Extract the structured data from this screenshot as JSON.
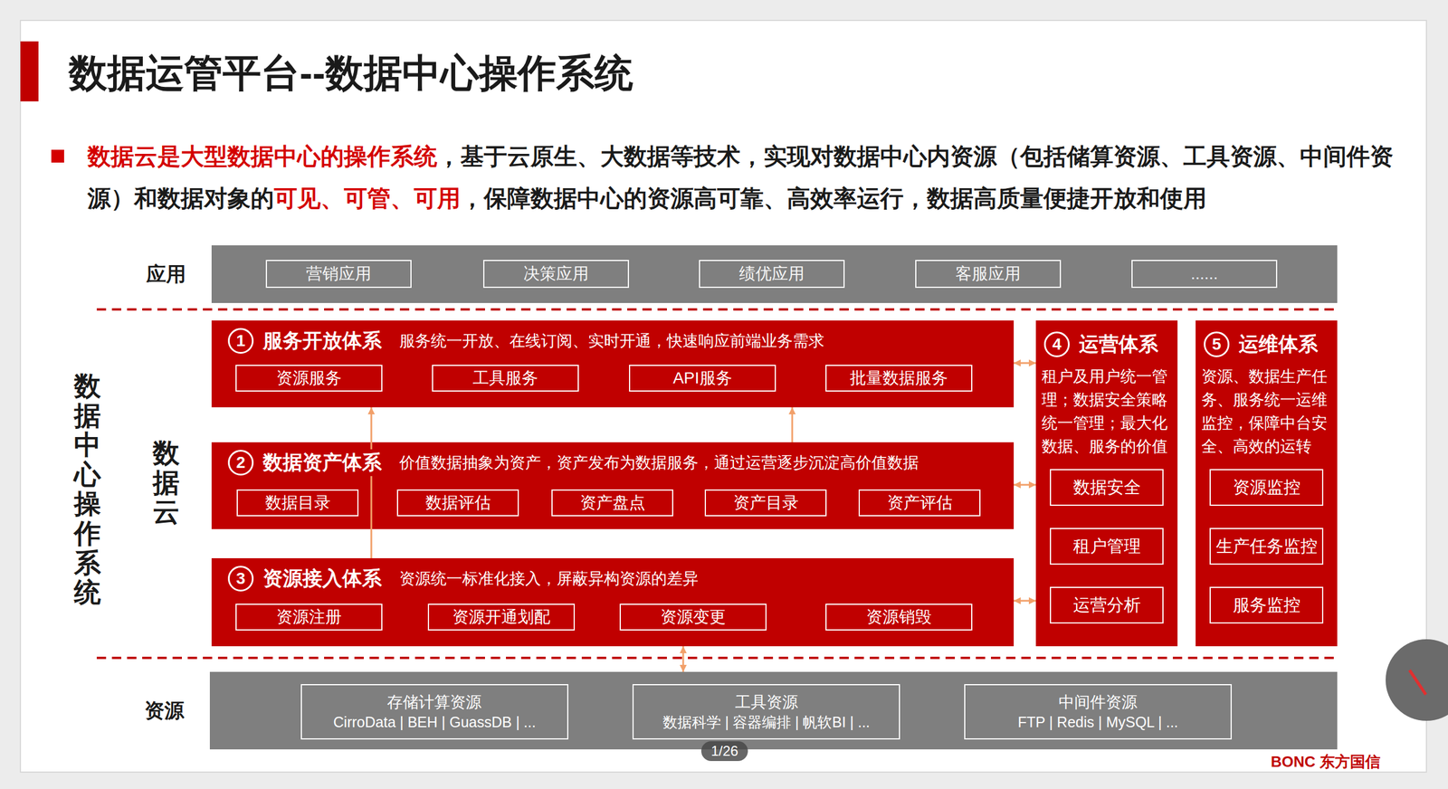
{
  "diagram": {
    "title": "数据运管平台--数据中心操作系统",
    "nodes": [
      {
        "text": [
          "应用"
        ]
      },
      {
        "text": [
          "营销应用"
        ],
        "in": 0
      },
      {
        "text": [
          "决策应用"
        ],
        "in": 0
      },
      {
        "text": [
          "绩优应用"
        ],
        "in": 0
      },
      {
        "text": [
          "客服应用"
        ],
        "in": 0
      },
      {
        "text": [
          "......"
        ],
        "in": 0
      },
      {
        "text": [
          "1",
          "服务开放体系",
          "服务统一开放、在线订阅、实时开通，快速响应前端业务需求"
        ]
      },
      {
        "text": [
          "资源服务"
        ],
        "in": 6
      },
      {
        "text": [
          "工具服务"
        ],
        "in": 6
      },
      {
        "text": [
          "API服务"
        ],
        "in": 6
      },
      {
        "text": [
          "批量数据服务"
        ],
        "in": 6
      },
      {
        "text": [
          "2",
          "数据资产体系",
          "价值数据抽象为资产，资产发布为数据服务，通过运营逐步沉淀高价值数据"
        ]
      },
      {
        "text": [
          "数据目录"
        ],
        "in": 11
      },
      {
        "text": [
          "数据评估"
        ],
        "in": 11
      },
      {
        "text": [
          "资产盘点"
        ],
        "in": 11
      },
      {
        "text": [
          "资产目录"
        ],
        "in": 11
      },
      {
        "text": [
          "资产评估"
        ],
        "in": 11
      },
      {
        "text": [
          "3",
          "资源接入体系",
          "资源统一标准化接入，屏蔽异构资源的差异"
        ]
      },
      {
        "text": [
          "资源注册"
        ],
        "in": 17
      },
      {
        "text": [
          "资源开通划配"
        ],
        "in": 17
      },
      {
        "text": [
          "资源变更"
        ],
        "in": 17
      },
      {
        "text": [
          "资源销毁"
        ],
        "in": 17
      },
      {
        "text": [
          "4",
          "运营体系",
          "租户及用户统一管理；数据安全策略统一管理；最大化数据、服务的价值"
        ]
      },
      {
        "text": [
          "数据安全"
        ],
        "in": 22
      },
      {
        "text": [
          "租户管理"
        ],
        "in": 22
      },
      {
        "text": [
          "运营分析"
        ],
        "in": 22
      },
      {
        "text": [
          "5",
          "运维体系",
          "资源、数据生产任务、服务统一运维监控，保障中台安全、高效的运转"
        ]
      },
      {
        "text": [
          "资源监控"
        ],
        "in": 26
      },
      {
        "text": [
          "生产任务监控"
        ],
        "in": 26
      },
      {
        "text": [
          "服务监控"
        ],
        "in": 26
      },
      {
        "text": [
          "资源"
        ]
      },
      {
        "text": [
          "存储计算资源",
          "CirroData | BEH | GuassDB | ..."
        ],
        "in": 30
      },
      {
        "text": [
          "工具资源",
          "数据科学 | 容器编排 | 帆软BI | ..."
        ],
        "in": 30
      },
      {
        "text": [
          "中间件资源",
          "FTP | Redis | MySQL | ..."
        ],
        "in": 30
      }
    ],
    "edges": [
      {
        "from": 17,
        "to": 6,
        "arrow": "to"
      },
      {
        "from": 11,
        "to": 6,
        "arrow": "to"
      },
      {
        "from": 6,
        "to": 22,
        "arrow": "both"
      },
      {
        "from": 11,
        "to": 22,
        "arrow": "both"
      },
      {
        "from": 17,
        "to": 22,
        "arrow": "both"
      },
      {
        "from": 17,
        "to": 30,
        "arrow": "both"
      }
    ],
    "labels": [
      "数据中心操作系统",
      "数据云",
      "数据云是大型数据中心的操作系统",
      "，基于云原生、大数据等技术，实现对数据中心内资源（包括储算资源、工具资源、中间件资源）和数据对象的",
      "可见、可管、可用",
      "，保障数据中心的资源高可靠、高效率运行，数据高质量便捷开放和使用",
      "1/26",
      "BONC 东方国信"
    ]
  }
}
